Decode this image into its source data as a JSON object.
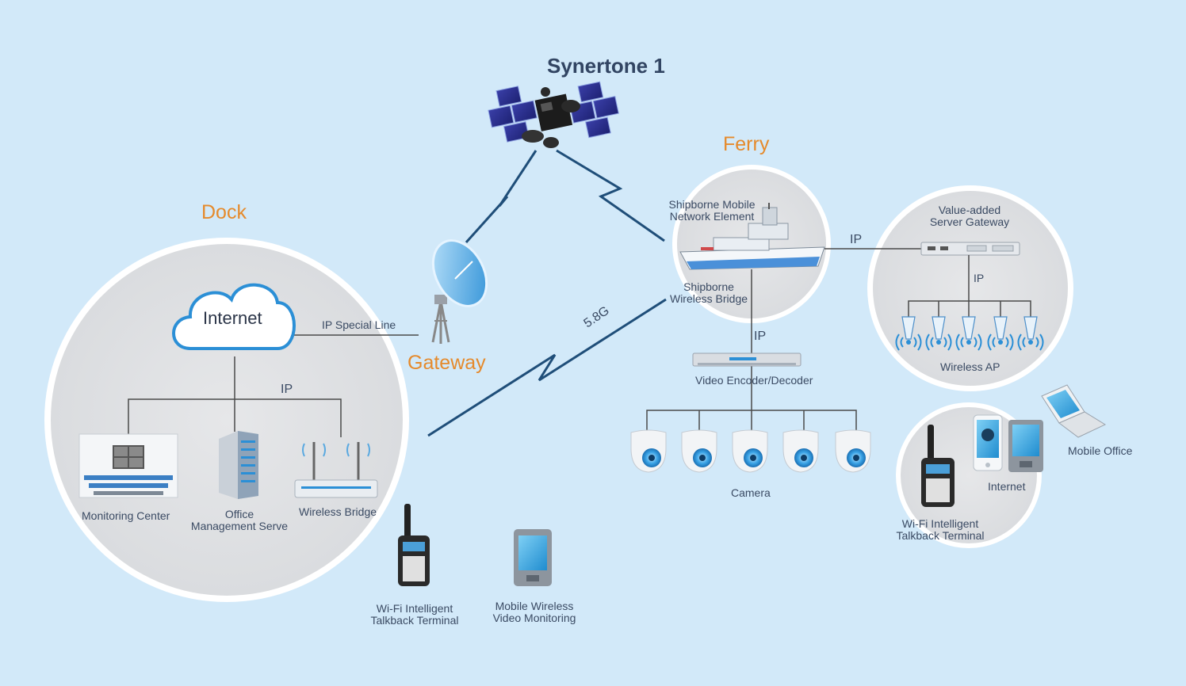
{
  "title": "Synertone 1",
  "sections": {
    "dock": "Dock",
    "ferry": "Ferry",
    "gateway": "Gateway"
  },
  "dock": {
    "internet": "Internet",
    "ip_special_line": "IP Special Line",
    "ip": "IP",
    "monitoring_center": "Monitoring Center",
    "office_management": [
      "Office",
      "Management Serve"
    ],
    "wireless_bridge": "Wireless Bridge"
  },
  "field": {
    "talkback": [
      "Wi-Fi Intelligent",
      "Talkback Terminal"
    ],
    "mobile_monitoring": [
      "Mobile Wireless",
      "Video Monitoring"
    ],
    "link_5g": "5.8G"
  },
  "ferry": {
    "shipborne_mobile": [
      "Shipborne Mobile",
      "Network Element"
    ],
    "shipborne_bridge": [
      "Shipborne",
      "Wireless Bridge"
    ],
    "ip_right": "IP",
    "ip_down": "IP",
    "video_encoder": "Video Encoder/Decoder",
    "camera": "Camera"
  },
  "server": {
    "gateway": [
      "Value-added",
      "Server Gateway"
    ],
    "ip": "IP",
    "wireless_ap": "Wireless AP"
  },
  "mobile": {
    "internet": "Internet",
    "mobile_office": "Mobile Office",
    "talkback": [
      "Wi-Fi Intelligent",
      "Talkback Terminal"
    ]
  }
}
